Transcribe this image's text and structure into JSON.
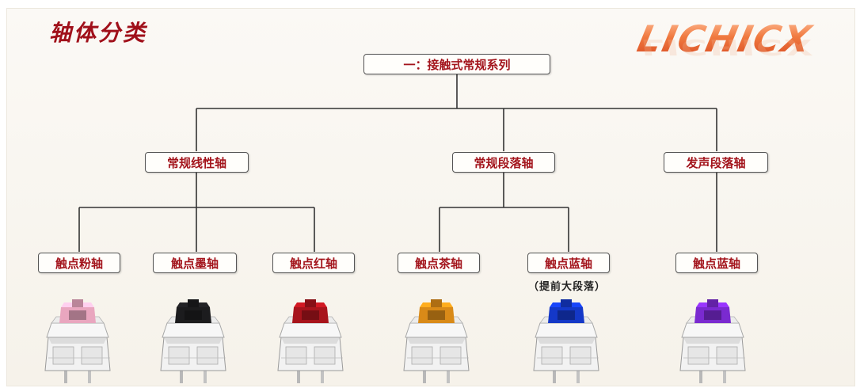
{
  "title": "轴体分类",
  "logo_text": "LICHICX",
  "root": {
    "label": "一：接触式常规系列"
  },
  "categories": [
    {
      "label": "常规线性轴"
    },
    {
      "label": "常规段落轴"
    },
    {
      "label": "发声段落轴"
    }
  ],
  "switches": [
    {
      "label": "触点粉轴",
      "stem_color": "#e9a6bf",
      "icon": "pink-switch"
    },
    {
      "label": "触点墨轴",
      "stem_color": "#1c1c1e",
      "icon": "black-switch"
    },
    {
      "label": "触点红轴",
      "stem_color": "#a8141c",
      "icon": "red-switch"
    },
    {
      "label": "触点茶轴",
      "stem_color": "#d98a18",
      "icon": "brown-switch"
    },
    {
      "label": "触点蓝轴",
      "stem_color": "#1438c8",
      "icon": "blue-switch",
      "note": "（提前大段落）"
    },
    {
      "label": "触点蓝轴",
      "stem_color": "#7a2ad0",
      "icon": "purple-switch"
    }
  ]
}
